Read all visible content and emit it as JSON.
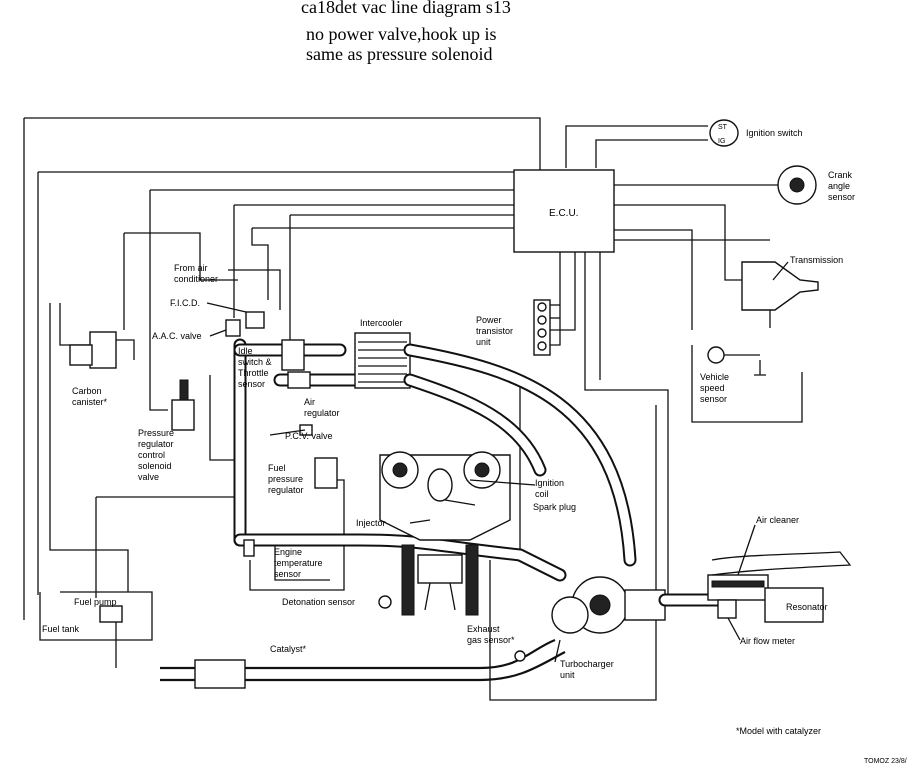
{
  "header": {
    "title": "ca18det vac line diagram s13",
    "note_line1": "no power valve,hook up is",
    "note_line2": "same as pressure solenoid"
  },
  "labels": {
    "ecu": "E.C.U.",
    "ignition_switch": "Ignition switch",
    "switch_st": "ST",
    "switch_ig": "IG",
    "crank_angle_sensor": "Crank\nangle\nsensor",
    "transmission": "Transmission",
    "from_air_conditioner": "From air\nconditioner",
    "ficd": "F.I.C.D.",
    "aac_valve": "A.A.C. valve",
    "carbon_canister": "Carbon\ncanister*",
    "idle_switch": "Idle\nswitch &\nThrottle\nsensor",
    "intercooler": "Intercooler",
    "power_transistor": "Power\ntransistor\nunit",
    "vehicle_speed_sensor": "Vehicle\nspeed\nsensor",
    "air_regulator": "Air\nregulator",
    "pcv_valve": "P.C.V. valve",
    "pressure_regulator_solenoid": "Pressure\nregulator\ncontrol\nsolenoid\nvalve",
    "fuel_pressure_regulator": "Fuel\npressure\nregulator",
    "ignition_coil": "Ignition\ncoil",
    "spark_plug": "Spark plug",
    "injector": "Injector",
    "air_cleaner": "Air cleaner",
    "engine_temp_sensor": "Engine\ntemperature\nsensor",
    "fuel_pump": "Fuel pump",
    "fuel_tank": "Fuel tank",
    "detonation_sensor": "Detonation sensor",
    "resonator": "Resonator",
    "air_flow_meter": "Air flow meter",
    "exhaust_gas_sensor": "Exhaust\ngas sensor*",
    "catalyst": "Catalyst*",
    "turbocharger_unit": "Turbocharger\nunit",
    "footnote": "*Model with catalyzer",
    "credit": "TOMOZ  23/8/"
  }
}
